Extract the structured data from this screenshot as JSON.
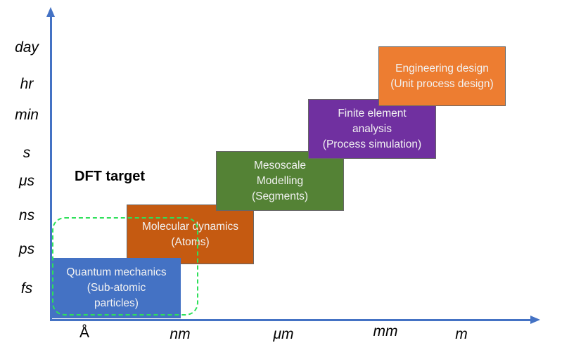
{
  "y_axis_labels": [
    "day",
    "hr",
    "min",
    "s",
    "μs",
    "ns",
    "ps",
    "fs"
  ],
  "x_axis_labels": [
    "Å",
    "nm",
    "μm",
    "mm",
    "m"
  ],
  "annotation": "DFT target",
  "boxes": [
    {
      "line1": "Quantum mechanics",
      "line2": "(Sub-atomic",
      "line3": "particles)",
      "color": "#4472C4"
    },
    {
      "line1": "Molecular dynamics",
      "line2": "(Atoms)",
      "color": "#C55A11"
    },
    {
      "line1": "Mesoscale",
      "line2": "Modelling",
      "line3": "(Segments)",
      "color": "#548235"
    },
    {
      "line1": "Finite element",
      "line2": "analysis",
      "line3": "(Process simulation)",
      "color": "#7030A0"
    },
    {
      "line1": "Engineering design",
      "line2": "(Unit process design)",
      "color": "#ED7D31"
    }
  ]
}
